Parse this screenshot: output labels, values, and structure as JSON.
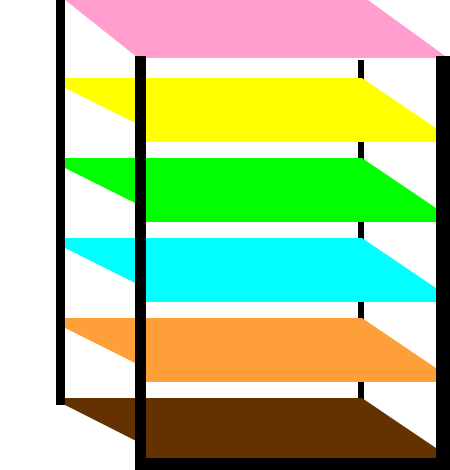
{
  "shelf_unit": {
    "shelves": [
      {
        "level": "top",
        "color": "#ff9ecf"
      },
      {
        "level": "second",
        "color": "#ffff00"
      },
      {
        "level": "third",
        "color": "#00ff00"
      },
      {
        "level": "fourth",
        "color": "#00ffff"
      },
      {
        "level": "fifth",
        "color": "#ff9f3a"
      },
      {
        "level": "bottom",
        "color": "#643200"
      }
    ],
    "frame_color": "#000000",
    "background_color": "#ffffff"
  }
}
